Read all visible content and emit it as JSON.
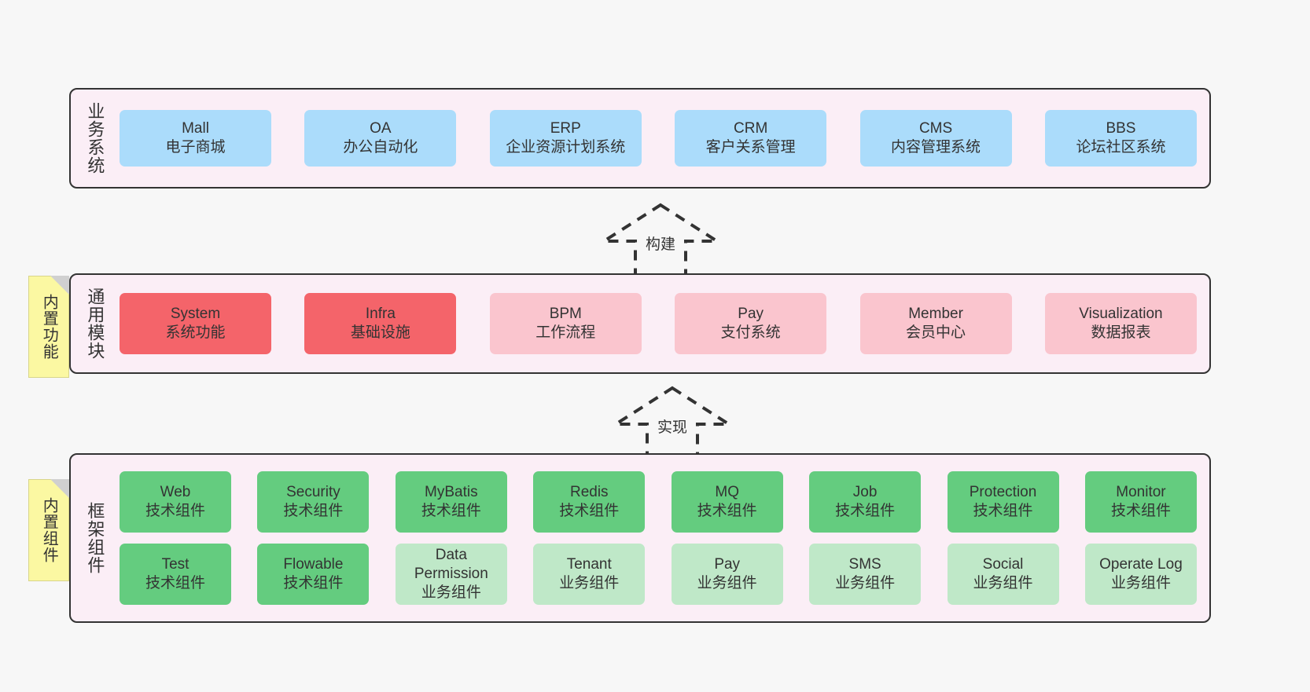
{
  "theme": {
    "background": "#f7f7f7",
    "layer_bg": "#fbeef6",
    "layer_border": "#333333",
    "blue": "#abdcfb",
    "red": "#f4646a",
    "pink": "#fac5ce",
    "green": "#64cc7f",
    "light_green": "#bfe8c8",
    "note_yellow": "#fbf8a2"
  },
  "layers": {
    "business": {
      "title": "业务系统",
      "items": [
        {
          "en": "Mall",
          "cn": "电子商城"
        },
        {
          "en": "OA",
          "cn": "办公自动化"
        },
        {
          "en": "ERP",
          "cn": "企业资源计划系统"
        },
        {
          "en": "CRM",
          "cn": "客户关系管理"
        },
        {
          "en": "CMS",
          "cn": "内容管理系统"
        },
        {
          "en": "BBS",
          "cn": "论坛社区系统"
        }
      ]
    },
    "modules": {
      "title": "通用模块",
      "items": [
        {
          "en": "System",
          "cn": "系统功能",
          "style": "red"
        },
        {
          "en": "Infra",
          "cn": "基础设施",
          "style": "red"
        },
        {
          "en": "BPM",
          "cn": "工作流程",
          "style": "pink"
        },
        {
          "en": "Pay",
          "cn": "支付系统",
          "style": "pink"
        },
        {
          "en": "Member",
          "cn": "会员中心",
          "style": "pink"
        },
        {
          "en": "Visualization",
          "cn": "数据报表",
          "style": "pink"
        }
      ]
    },
    "framework": {
      "title": "框架组件",
      "row1": [
        {
          "en": "Web",
          "cn": "技术组件",
          "style": "green"
        },
        {
          "en": "Security",
          "cn": "技术组件",
          "style": "green"
        },
        {
          "en": "MyBatis",
          "cn": "技术组件",
          "style": "green"
        },
        {
          "en": "Redis",
          "cn": "技术组件",
          "style": "green"
        },
        {
          "en": "MQ",
          "cn": "技术组件",
          "style": "green"
        },
        {
          "en": "Job",
          "cn": "技术组件",
          "style": "green"
        },
        {
          "en": "Protection",
          "cn": "技术组件",
          "style": "green"
        },
        {
          "en": "Monitor",
          "cn": "技术组件",
          "style": "green"
        }
      ],
      "row2": [
        {
          "en": "Test",
          "cn": "技术组件",
          "style": "green"
        },
        {
          "en": "Flowable",
          "cn": "技术组件",
          "style": "green"
        },
        {
          "en": "Data Permission",
          "cn": "业务组件",
          "style": "light_green"
        },
        {
          "en": "Tenant",
          "cn": "业务组件",
          "style": "light_green"
        },
        {
          "en": "Pay",
          "cn": "业务组件",
          "style": "light_green"
        },
        {
          "en": "SMS",
          "cn": "业务组件",
          "style": "light_green"
        },
        {
          "en": "Social",
          "cn": "业务组件",
          "style": "light_green"
        },
        {
          "en": "Operate Log",
          "cn": "业务组件",
          "style": "light_green"
        }
      ]
    }
  },
  "notes": {
    "features": "内置功能",
    "components": "内置组件"
  },
  "arrows": {
    "build": "构建",
    "implement": "实现"
  }
}
